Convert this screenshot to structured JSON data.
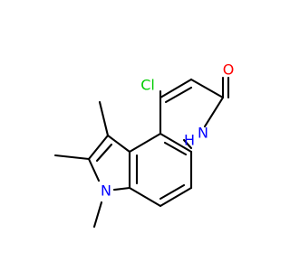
{
  "atoms": {
    "chlorine": {
      "text": "Cl",
      "color": "#00cc00"
    },
    "oxygen": {
      "text": "O",
      "color": "#ff0000"
    },
    "ring_nh": {
      "text": "N",
      "color": "#0000ff"
    },
    "ring_nh_h": {
      "text": "H",
      "color": "#0000ff"
    },
    "pyrrole_n": {
      "text": "N",
      "color": "#0000ff"
    }
  },
  "colors": {
    "bond": "#000000",
    "background": "#ffffff"
  }
}
